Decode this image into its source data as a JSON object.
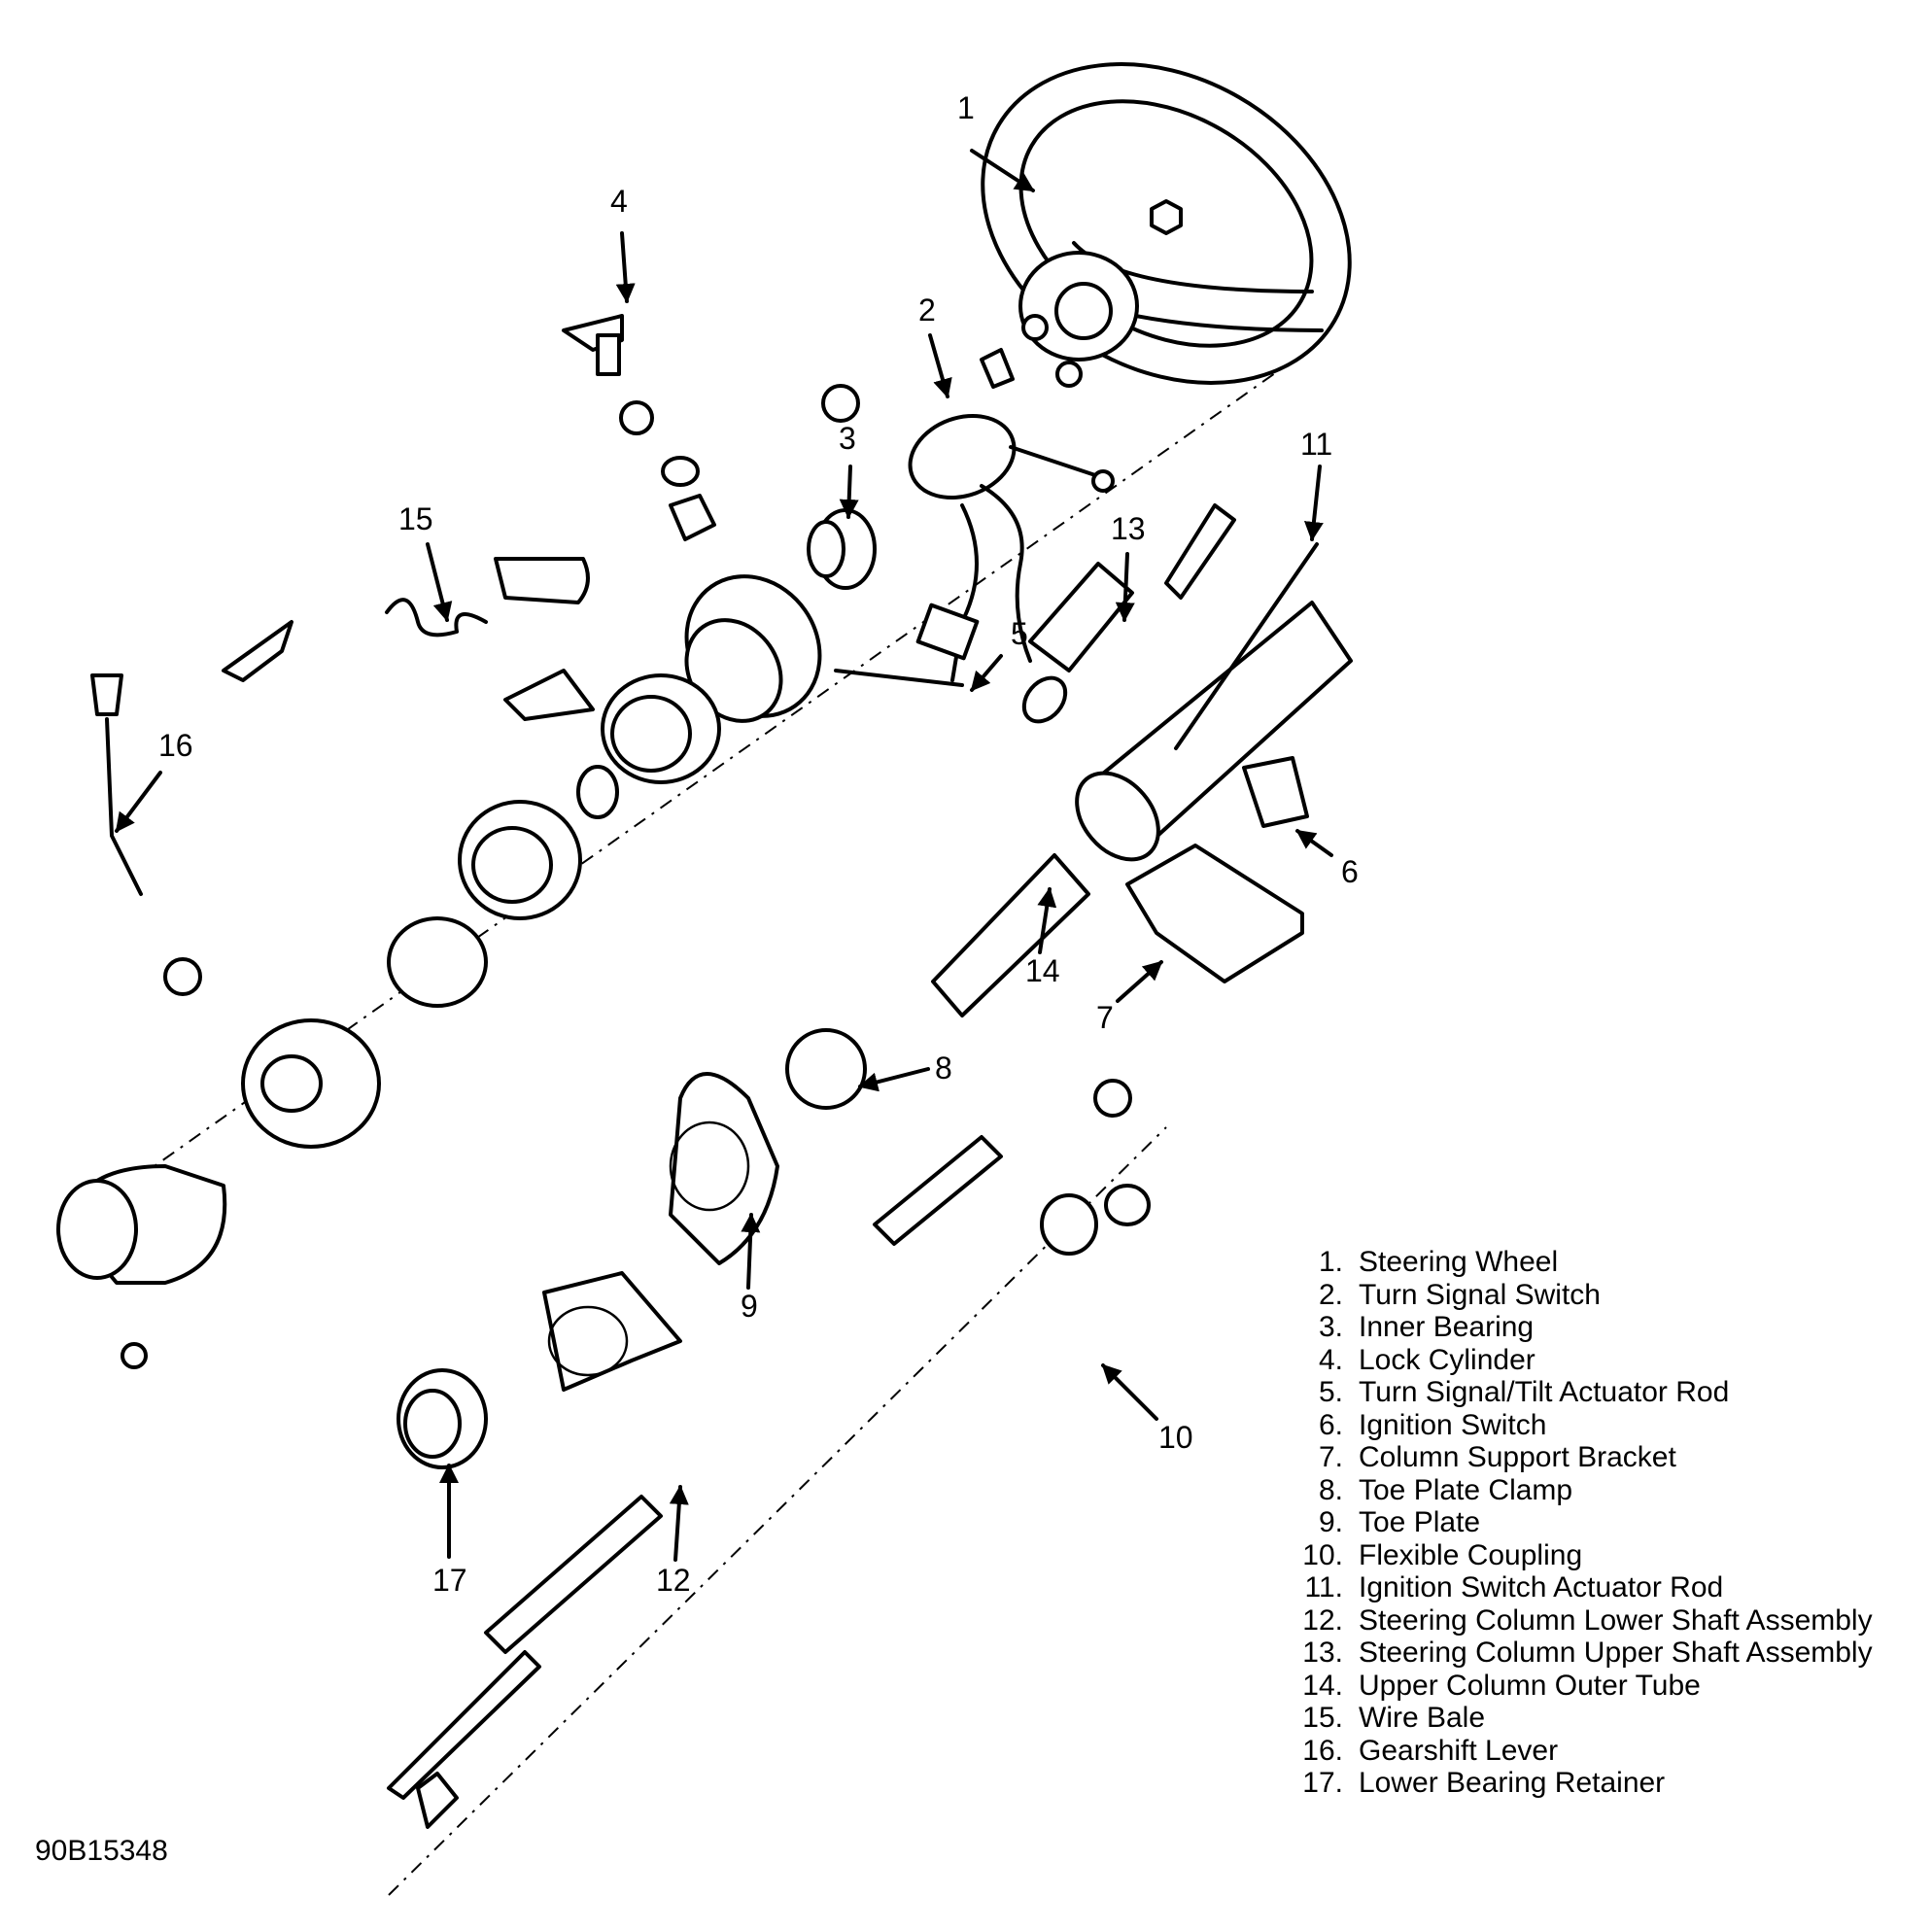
{
  "diagram": {
    "subject": "Steering column exploded view",
    "figure_id": "90B15348",
    "callouts": [
      "1",
      "2",
      "3",
      "4",
      "5",
      "6",
      "7",
      "8",
      "9",
      "10",
      "11",
      "12",
      "13",
      "14",
      "15",
      "16",
      "17"
    ],
    "legend": [
      {
        "num": "1.",
        "label": "Steering Wheel"
      },
      {
        "num": "2.",
        "label": "Turn Signal Switch"
      },
      {
        "num": "3.",
        "label": "Inner Bearing"
      },
      {
        "num": "4.",
        "label": "Lock Cylinder"
      },
      {
        "num": "5.",
        "label": "Turn Signal/Tilt Actuator Rod"
      },
      {
        "num": "6.",
        "label": "Ignition Switch"
      },
      {
        "num": "7.",
        "label": "Column Support Bracket"
      },
      {
        "num": "8.",
        "label": "Toe Plate Clamp"
      },
      {
        "num": "9.",
        "label": "Toe Plate"
      },
      {
        "num": "10.",
        "label": "Flexible Coupling"
      },
      {
        "num": "11.",
        "label": "Ignition Switch Actuator Rod"
      },
      {
        "num": "12.",
        "label": "Steering Column Lower Shaft Assembly"
      },
      {
        "num": "13.",
        "label": "Steering Column Upper Shaft Assembly"
      },
      {
        "num": "14.",
        "label": "Upper Column Outer Tube"
      },
      {
        "num": "15.",
        "label": "Wire Bale"
      },
      {
        "num": "16.",
        "label": "Gearshift Lever"
      },
      {
        "num": "17.",
        "label": "Lower Bearing Retainer"
      }
    ]
  }
}
